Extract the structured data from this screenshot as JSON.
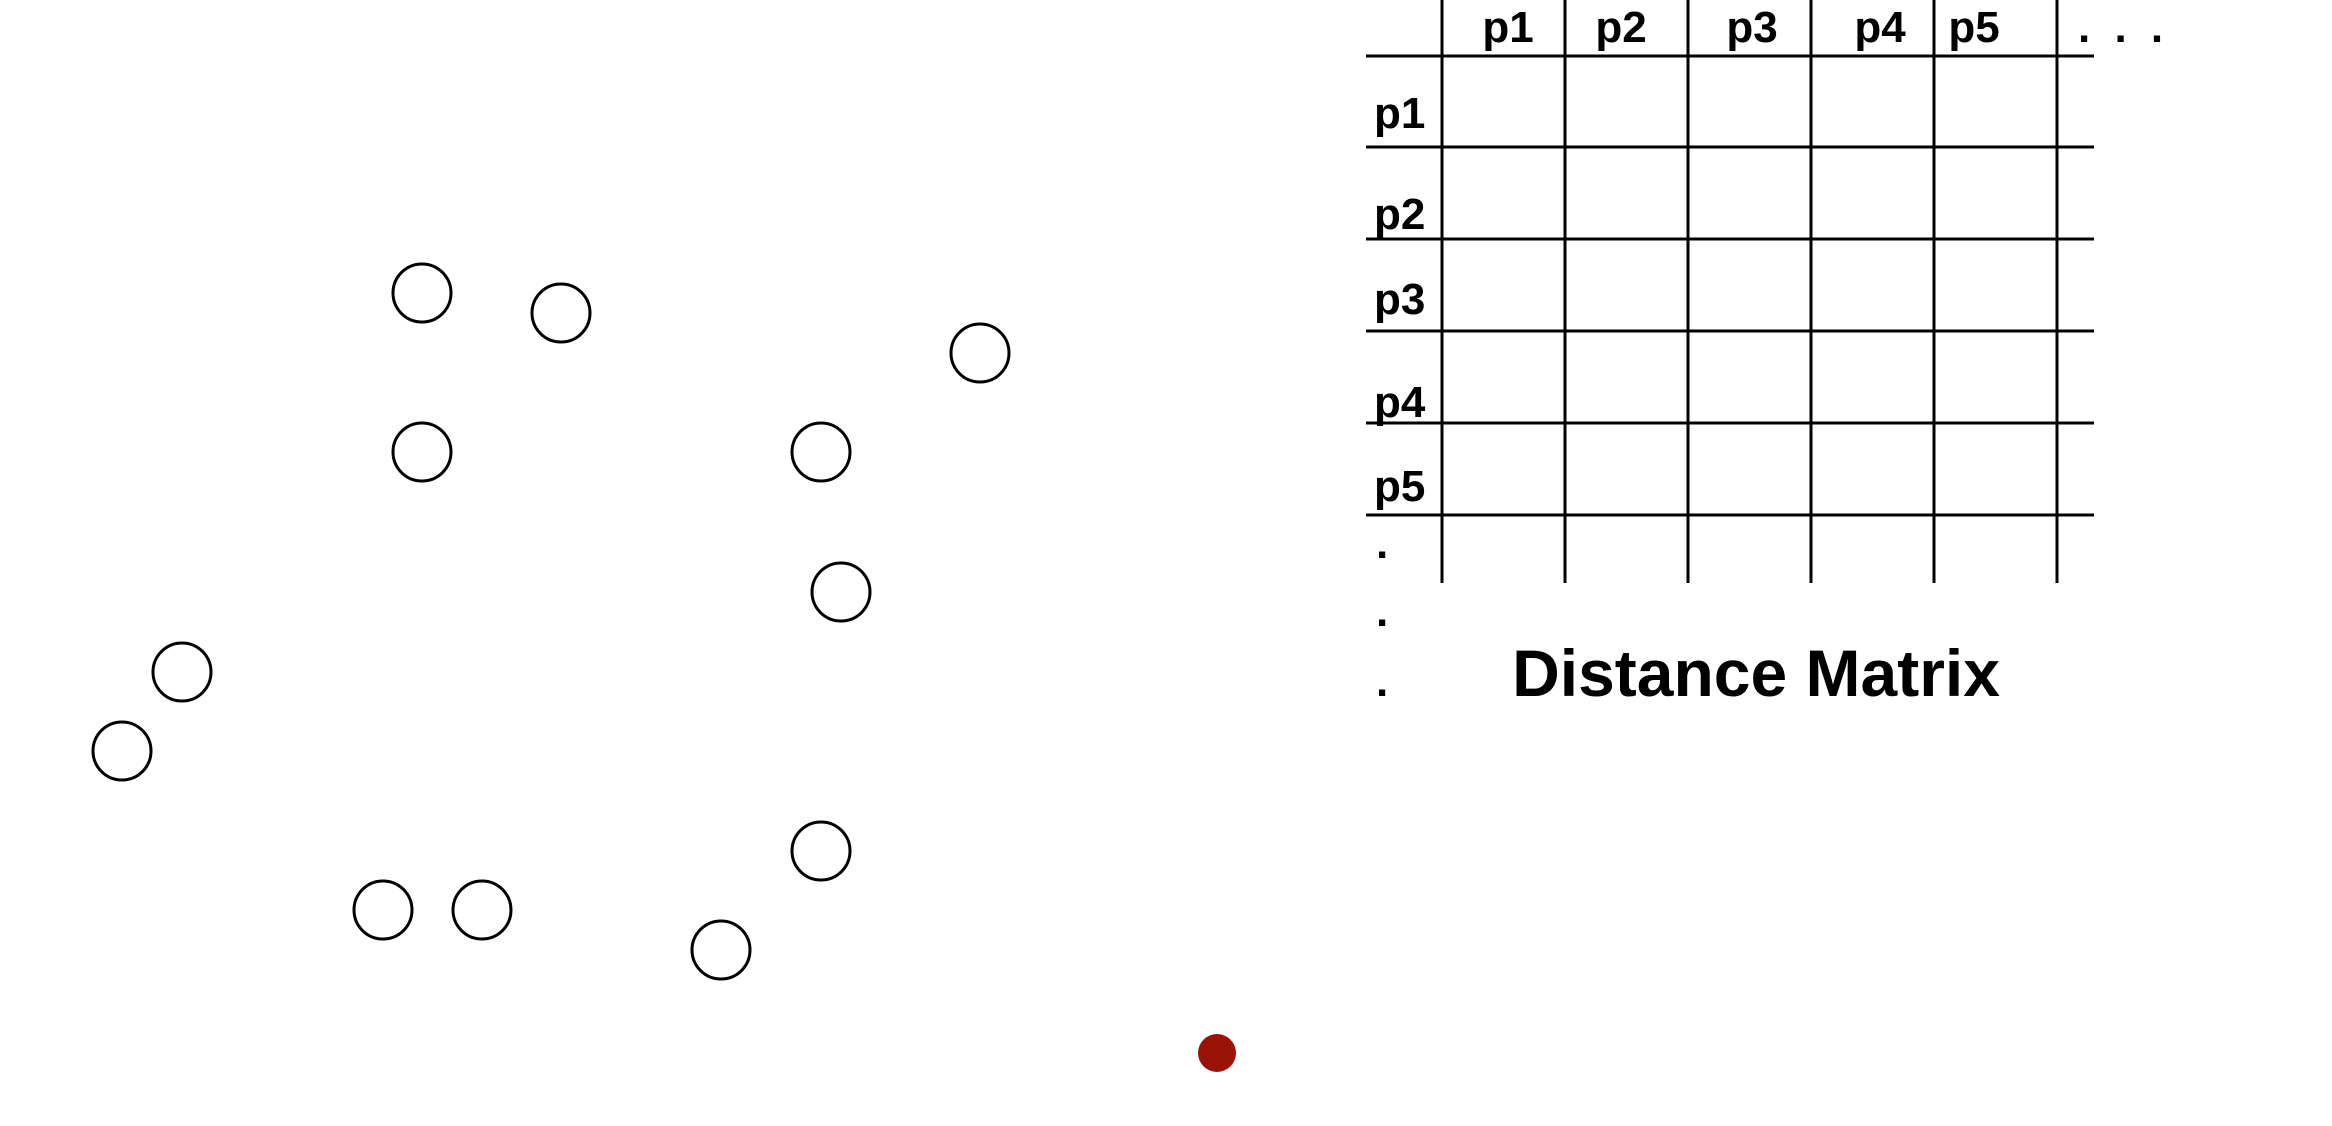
{
  "points": [
    {
      "id": "pt-1"
    },
    {
      "id": "pt-2"
    },
    {
      "id": "pt-3"
    },
    {
      "id": "pt-4"
    },
    {
      "id": "pt-5"
    },
    {
      "id": "pt-6"
    },
    {
      "id": "pt-7"
    },
    {
      "id": "pt-8"
    },
    {
      "id": "pt-9"
    },
    {
      "id": "pt-10"
    },
    {
      "id": "pt-11"
    },
    {
      "id": "pt-12"
    },
    {
      "id": "pt-13"
    }
  ],
  "highlight_point": {
    "color": "#9b1306"
  },
  "matrix": {
    "column_labels": [
      "p1",
      "p2",
      "p3",
      "p4",
      "p5"
    ],
    "row_labels": [
      "p1",
      "p2",
      "p3",
      "p4",
      "p5"
    ],
    "column_ellipsis": ". . .",
    "row_ellipsis": [
      ".",
      ".",
      "."
    ],
    "title": "Distance Matrix"
  },
  "colors": {
    "stroke": "#000000",
    "background": "#ffffff"
  }
}
